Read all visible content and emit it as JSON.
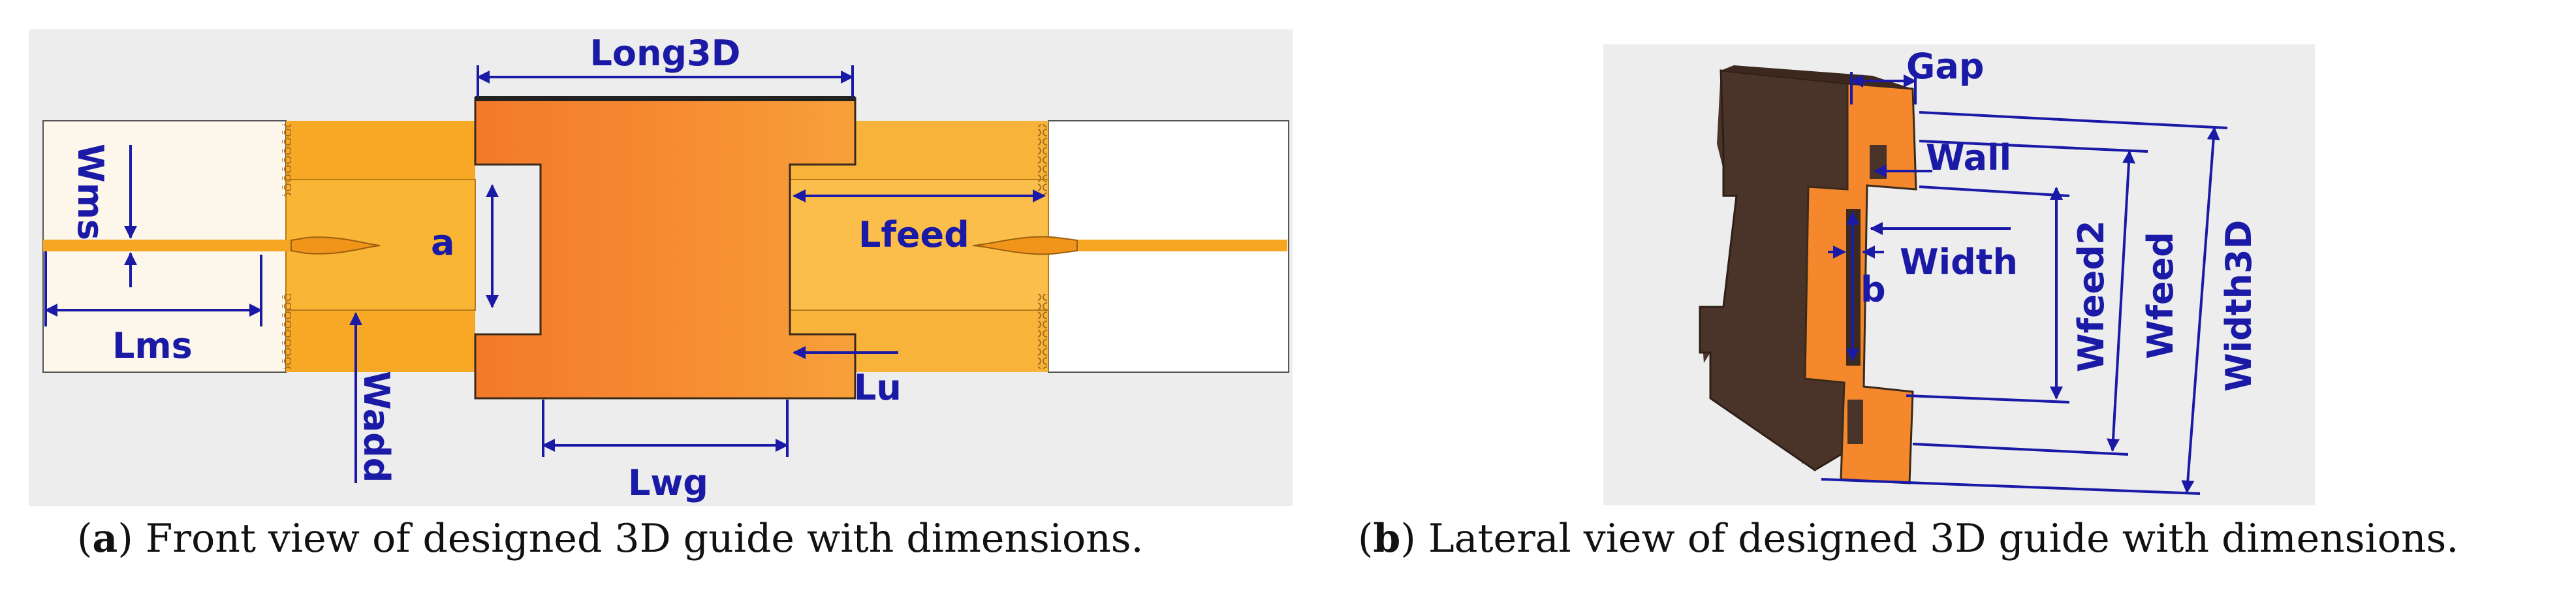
{
  "panel_a": {
    "labels": {
      "long3d": "Long3D",
      "wms": "Wms",
      "a": "a",
      "lfeed": "Lfeed",
      "lms": "Lms",
      "wadd": "Wadd",
      "lu": "Lu",
      "lwg": "Lwg"
    },
    "caption": {
      "letter": "a",
      "text": "Front view of designed 3D guide with dimensions."
    }
  },
  "panel_b": {
    "labels": {
      "gap": "Gap",
      "wall": "Wall",
      "width": "Width",
      "b": "b",
      "wfeed2": "Wfeed2",
      "wfeed": "Wfeed",
      "width3d": "Width3D"
    },
    "caption": {
      "letter": "b",
      "text": "Lateral view of designed 3D guide with dimensions."
    }
  },
  "colors": {
    "background_panel": "#ededed",
    "substrate": "#fdf6ea",
    "feed_orange": "#f6a623",
    "waveguide_orange": "#f5882d",
    "dark_brown": "#4a3328",
    "dimension_blue": "#1a1aa6"
  }
}
